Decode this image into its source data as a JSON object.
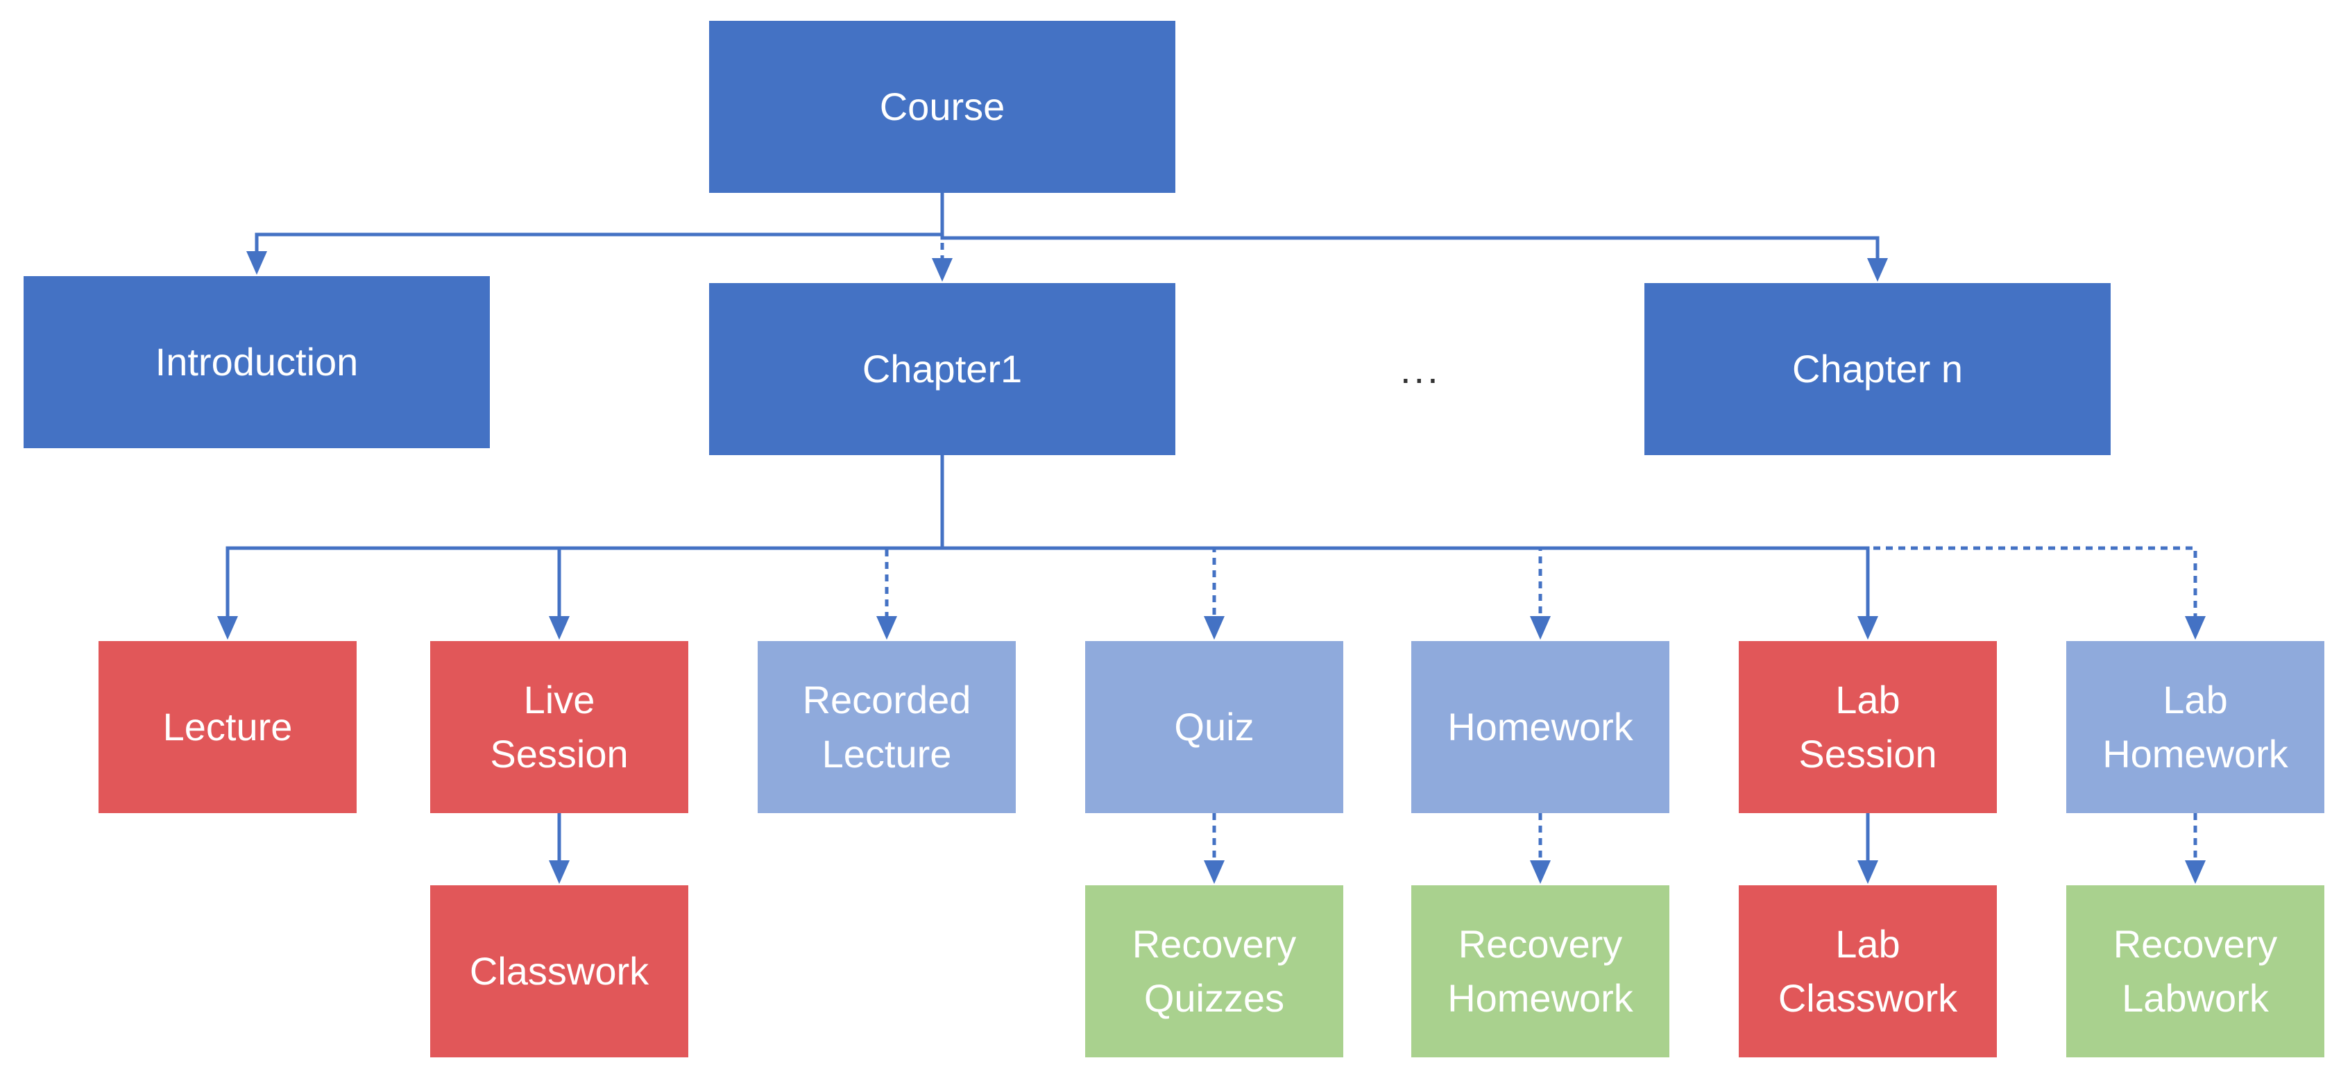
{
  "colors": {
    "primary": "#4472C4",
    "activity_red": "#E15759",
    "optional_blue": "#8FAADC",
    "recovery_green": "#A9D18E",
    "connector": "#4472C4"
  },
  "nodes": {
    "course": {
      "label": "Course",
      "color": "primary"
    },
    "introduction": {
      "label": "Introduction",
      "color": "primary"
    },
    "chapter1": {
      "label": "Chapter1",
      "color": "primary"
    },
    "chapter_n": {
      "label": "Chapter n",
      "color": "primary"
    },
    "lecture": {
      "label": "Lecture",
      "color": "activity_red"
    },
    "live_session": {
      "label": "Live\nSession",
      "color": "activity_red"
    },
    "recorded_lecture": {
      "label": "Recorded\nLecture",
      "color": "optional_blue"
    },
    "quiz": {
      "label": "Quiz",
      "color": "optional_blue"
    },
    "homework": {
      "label": "Homework",
      "color": "optional_blue"
    },
    "lab_session": {
      "label": "Lab\nSession",
      "color": "activity_red"
    },
    "lab_homework": {
      "label": "Lab\nHomework",
      "color": "optional_blue"
    },
    "classwork": {
      "label": "Classwork",
      "color": "activity_red"
    },
    "recovery_quizzes": {
      "label": "Recovery\nQuizzes",
      "color": "recovery_green"
    },
    "recovery_homework": {
      "label": "Recovery\nHomework",
      "color": "recovery_green"
    },
    "lab_classwork": {
      "label": "Lab\nClasswork",
      "color": "activity_red"
    },
    "recovery_labwork": {
      "label": "Recovery\nLabwork",
      "color": "recovery_green"
    }
  },
  "ellipsis": "...",
  "edges": [
    {
      "from": "course",
      "to": "introduction",
      "style": "solid"
    },
    {
      "from": "course",
      "to": "chapter1",
      "style": "dashed"
    },
    {
      "from": "course",
      "to": "chapter_n",
      "style": "solid"
    },
    {
      "from": "chapter1",
      "to": "lecture",
      "style": "solid"
    },
    {
      "from": "chapter1",
      "to": "live_session",
      "style": "solid"
    },
    {
      "from": "chapter1",
      "to": "recorded_lecture",
      "style": "dashed"
    },
    {
      "from": "chapter1",
      "to": "quiz",
      "style": "dashed"
    },
    {
      "from": "chapter1",
      "to": "homework",
      "style": "dashed"
    },
    {
      "from": "chapter1",
      "to": "lab_session",
      "style": "solid"
    },
    {
      "from": "chapter1",
      "to": "lab_homework",
      "style": "dashed"
    },
    {
      "from": "live_session",
      "to": "classwork",
      "style": "solid"
    },
    {
      "from": "quiz",
      "to": "recovery_quizzes",
      "style": "dashed"
    },
    {
      "from": "homework",
      "to": "recovery_homework",
      "style": "dashed"
    },
    {
      "from": "lab_session",
      "to": "lab_classwork",
      "style": "solid"
    },
    {
      "from": "lab_homework",
      "to": "recovery_labwork",
      "style": "dashed"
    }
  ]
}
